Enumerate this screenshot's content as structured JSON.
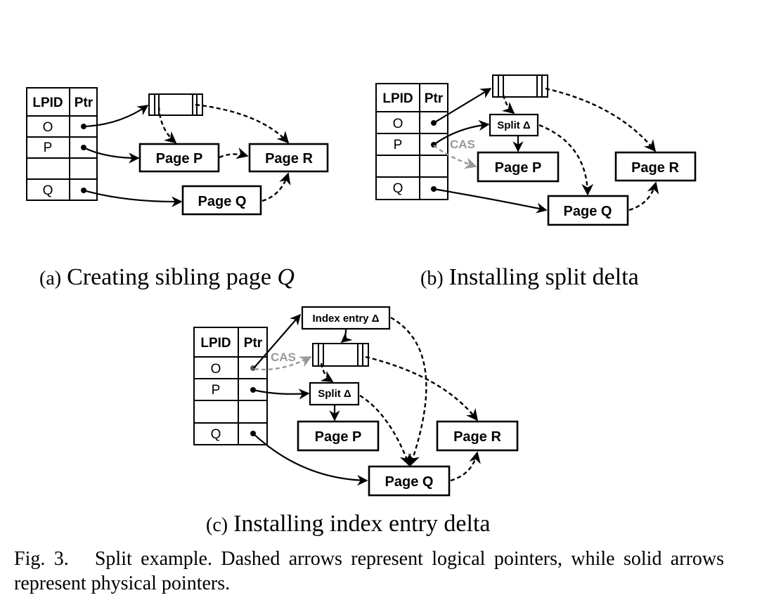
{
  "figure": {
    "caption_prefix": "Fig. 3.",
    "caption_text": "Split example. Dashed arrows represent logical pointers, while solid arrows represent physical pointers."
  },
  "legend": {
    "dashed": "logical pointer",
    "solid": "physical pointer",
    "cas_color": "#999999"
  },
  "table": {
    "headers": [
      "LPID",
      "Ptr"
    ],
    "rows": [
      "O",
      "P",
      "",
      "Q"
    ]
  },
  "labels": {
    "page_p": "Page P",
    "page_q": "Page Q",
    "page_r": "Page R",
    "split_delta": "Split Δ",
    "index_delta": "Index entry Δ",
    "cas": "CAS"
  },
  "panels": [
    {
      "tag": "(a)",
      "title": "Creating sibling page ",
      "title_italic": "Q"
    },
    {
      "tag": "(b)",
      "title": "Installing split delta",
      "title_italic": ""
    },
    {
      "tag": "(c)",
      "title": "Installing index entry delta",
      "title_italic": ""
    }
  ]
}
